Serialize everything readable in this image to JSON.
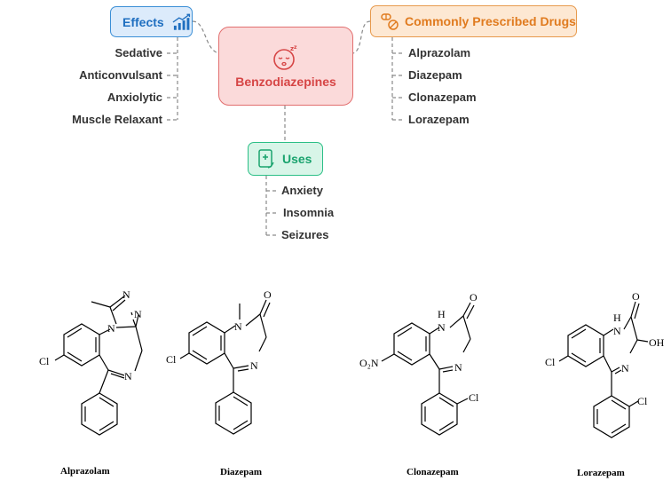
{
  "mindmap": {
    "center": {
      "label": "Benzodiazepines",
      "icon": "sleeping-face-icon"
    },
    "effects": {
      "label": "Effects",
      "icon": "chart-growth-icon",
      "items": [
        "Sedative",
        "Anticonvulsant",
        "Anxiolytic",
        "Muscle Relaxant"
      ]
    },
    "drugs": {
      "label": "Commonly Prescribed Drugs",
      "icon": "pills-icon",
      "items": [
        "Alprazolam",
        "Diazepam",
        "Clonazepam",
        "Lorazepam"
      ]
    },
    "uses": {
      "label": "Uses",
      "icon": "medical-tablet-icon",
      "items": [
        "Anxiety",
        "Insomnia",
        "Seizures"
      ]
    }
  },
  "structures": {
    "alprazolam": {
      "name": "Alprazolam",
      "atoms": {
        "n_top": "N",
        "n_right": "N",
        "n_ring": "N",
        "n_azepine": "N",
        "cl": "Cl"
      }
    },
    "diazepam": {
      "name": "Diazepam",
      "atoms": {
        "o": "O",
        "n1": "N",
        "n4": "N",
        "cl": "Cl"
      }
    },
    "clonazepam": {
      "name": "Clonazepam",
      "atoms": {
        "h": "H",
        "n1": "N",
        "o": "O",
        "n4": "N",
        "no2": "O₂N",
        "cl": "Cl"
      }
    },
    "lorazepam": {
      "name": "Lorazepam",
      "atoms": {
        "h": "H",
        "n1": "N",
        "o": "O",
        "oh": "OH",
        "n4": "N",
        "cl_left": "Cl",
        "cl_ring": "Cl"
      }
    }
  },
  "colors": {
    "effects": "#3b8fd6",
    "drugs": "#e79a4d",
    "uses": "#2bbf86",
    "center": "#e26f6f",
    "connector": "#8a8a8a"
  }
}
